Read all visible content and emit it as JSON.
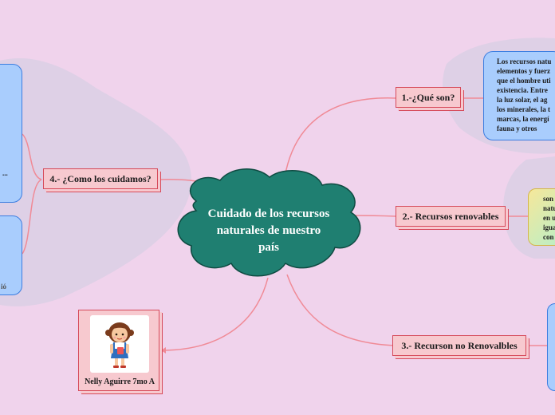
{
  "central": {
    "lines": [
      "Cuidado de los recursos",
      "naturales de nuestro",
      "país"
    ]
  },
  "topics": [
    {
      "id": "t1",
      "label": "1.-¿Qué son?"
    },
    {
      "id": "t2",
      "label": "2.- Recursos renovables"
    },
    {
      "id": "t3",
      "label": "3.- Recurson no Renovalbles"
    },
    {
      "id": "t4",
      "label": "4.- ¿Como los cuidamos?"
    }
  ],
  "notes": {
    "que_son": [
      "Los recursos natu",
      "elementos y fuerz",
      "que el hombre uti",
      "existencia. Entre",
      "la luz solar, el ag",
      "los minerales, la t",
      "marcas, la energí",
      "fauna y otros"
    ],
    "renovables": [
      "son",
      "natu",
      "en u",
      "igua",
      "con"
    ],
    "cuidamos_fragment_1": "...",
    "cuidamos_fragment_2": "ió"
  },
  "author": {
    "label": "Nelly Aguirre 7mo A"
  },
  "colors": {
    "background": "#f0d3ec",
    "central_fill": "#1f7f71",
    "topic_fill": "#f7c9cf",
    "topic_border": "#d64a5a",
    "connector": "#f08a96",
    "note_blue_fill": "#a9cdfd",
    "note_blue_border": "#3b7de0",
    "note_gradient_start": "#f6e79a",
    "note_gradient_end": "#b7efc9",
    "boundary": "#dccfe6"
  }
}
